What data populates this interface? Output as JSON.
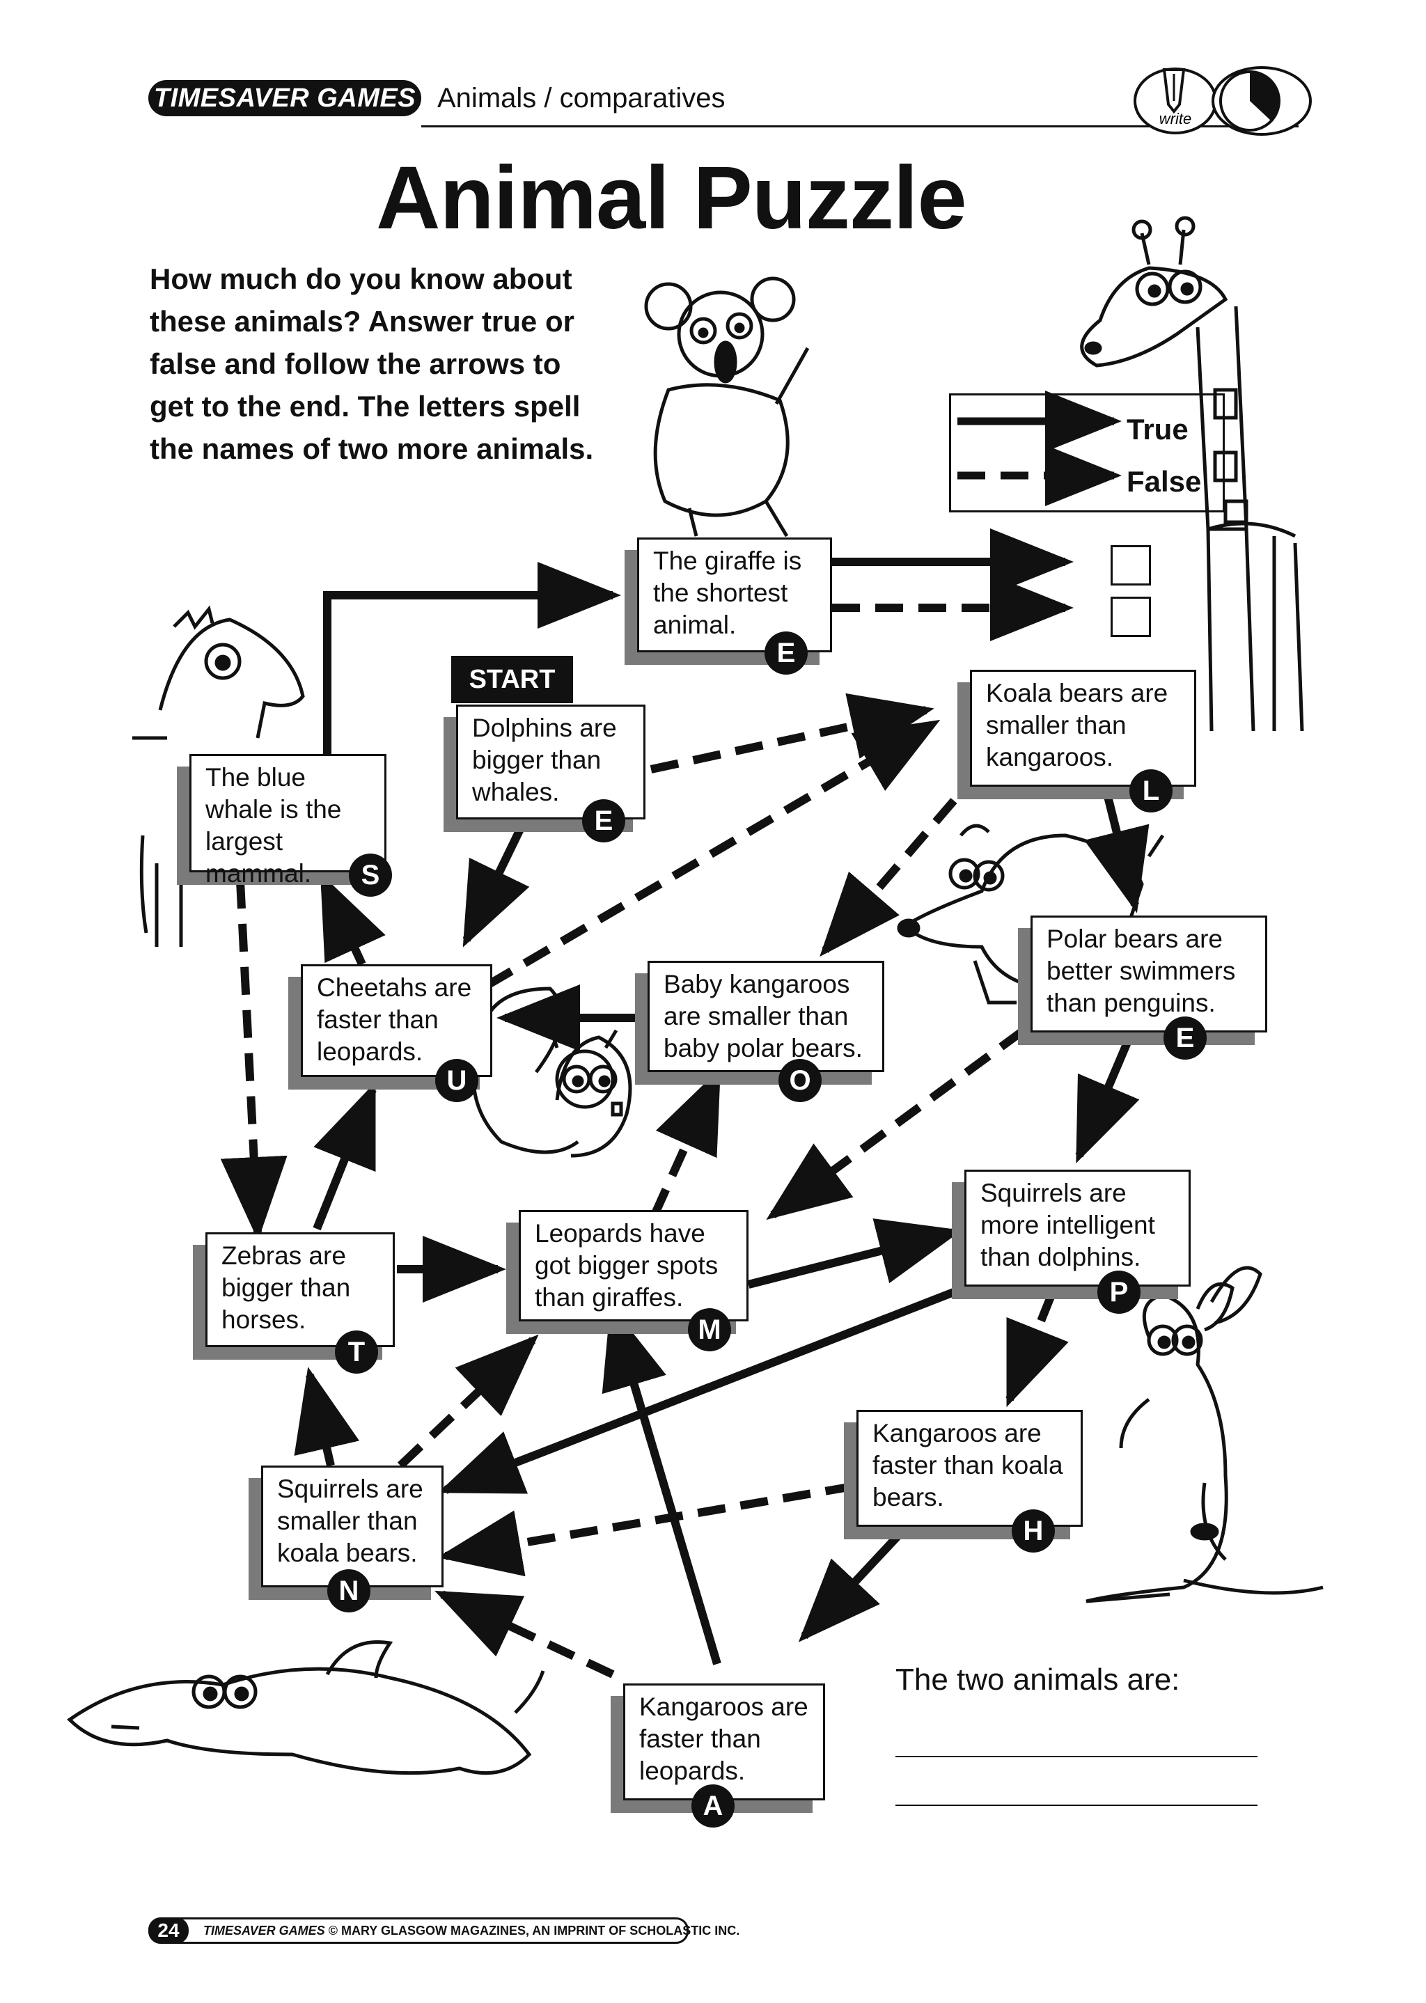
{
  "header": {
    "series": "TIMESAVER GAMES",
    "topic": "Animals / comparatives",
    "write_icon_label": "write",
    "icons": [
      "write-icon",
      "clock-icon"
    ]
  },
  "title": "Animal Puzzle",
  "intro": "How much do you know about these animals? Answer true or false and follow the arrows to get to the end. The letters spell the names of two more animals.",
  "legend": {
    "true_label": "True",
    "false_label": "False"
  },
  "start_label": "START",
  "questions": [
    {
      "id": "giraffe",
      "text": "The giraffe is the shortest animal.",
      "letter": "E"
    },
    {
      "id": "dolphins",
      "text": "Dolphins are bigger than whales.",
      "letter": "E"
    },
    {
      "id": "koala",
      "text": "Koala bears are smaller than kangaroos.",
      "letter": "L"
    },
    {
      "id": "bluewhale",
      "text": "The blue whale is the largest mammal.",
      "letter": "S"
    },
    {
      "id": "cheetahs",
      "text": "Cheetahs are faster than leopards.",
      "letter": "U"
    },
    {
      "id": "babykangaroos",
      "text": "Baby kangaroos are smaller than baby polar bears.",
      "letter": "O"
    },
    {
      "id": "polarbears",
      "text": "Polar bears are better swimmers than penguins.",
      "letter": "E"
    },
    {
      "id": "zebras",
      "text": "Zebras are bigger than horses.",
      "letter": "T"
    },
    {
      "id": "leopards",
      "text": "Leopards have got bigger spots than giraffes.",
      "letter": "M"
    },
    {
      "id": "squirrels_intel",
      "text": "Squirrels are more intelligent than dolphins.",
      "letter": "P"
    },
    {
      "id": "kangaroos_koala",
      "text": "Kangaroos are faster than koala bears.",
      "letter": "H"
    },
    {
      "id": "squirrels_small",
      "text": "Squirrels are smaller than koala bears.",
      "letter": "N"
    },
    {
      "id": "kangaroos_leopards",
      "text": "Kangaroos are faster than leopards.",
      "letter": "A"
    }
  ],
  "answer": {
    "prompt": "The two animals are:"
  },
  "footer": {
    "page": "24",
    "series": "TIMESAVER GAMES",
    "copyright": "© MARY GLASGOW MAGAZINES, AN IMPRINT OF SCHOLASTIC INC."
  }
}
